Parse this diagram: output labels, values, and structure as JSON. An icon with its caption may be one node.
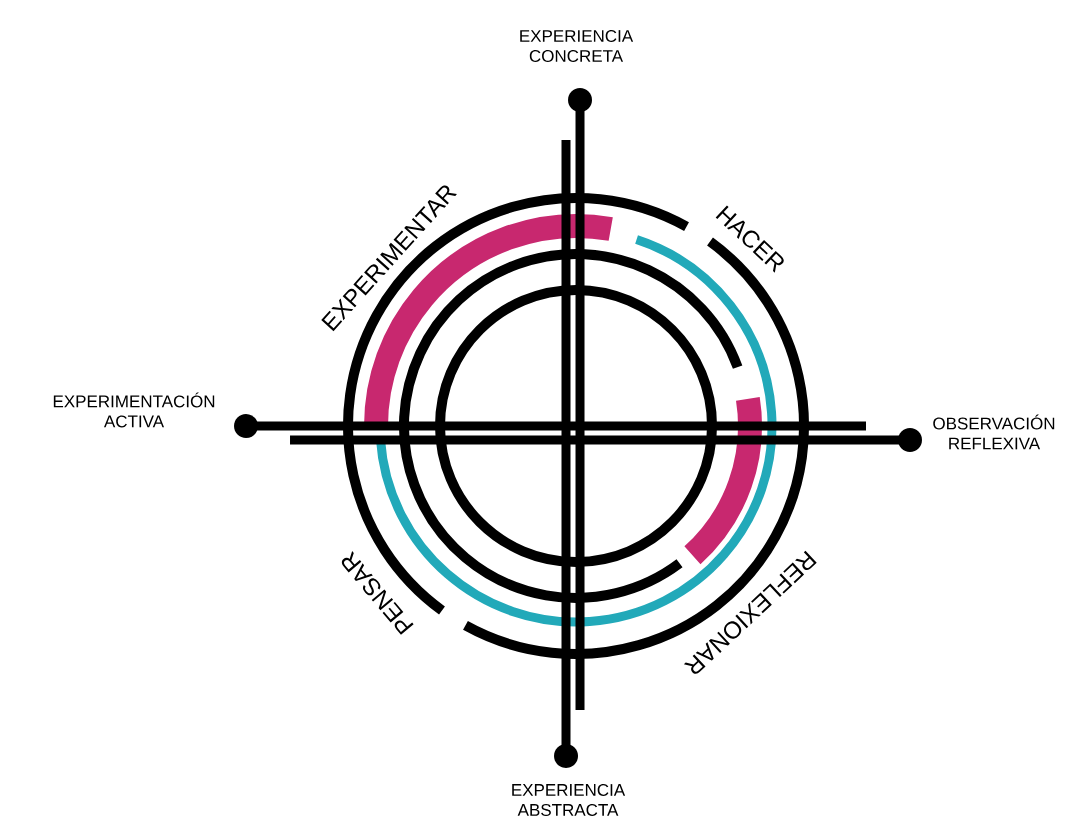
{
  "diagram": {
    "labels": [
      "EXPERIENCIA CONCRETA",
      "EXPERIMENTAR",
      "HACER",
      "EXPERIMENTACIÓN ACTIVA",
      "OBSERVACIÓN REFLEXIVA",
      "PENSAR",
      "REFLEXIONAR",
      "EXPERIENCIA ABSTRACTA"
    ]
  }
}
